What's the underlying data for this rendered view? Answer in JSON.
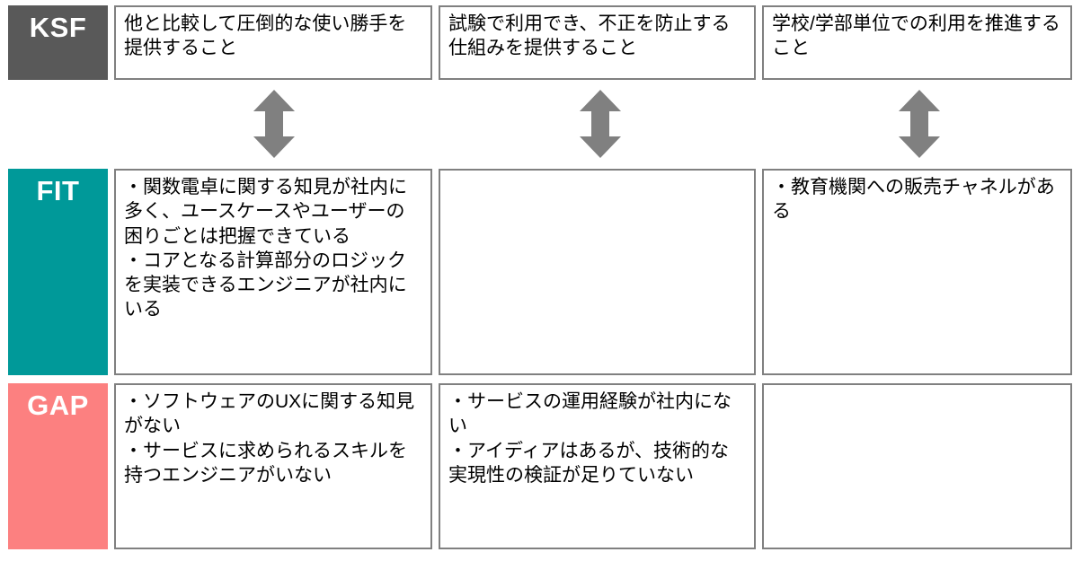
{
  "diagram": {
    "title": "KSF / FIT / GAP matrix",
    "colors": {
      "ksf_label_bg": "#595959",
      "fit_label_bg": "#009999",
      "gap_label_bg": "#FC8080",
      "label_text": "#FFFFFF",
      "box_border": "#808080",
      "box_bg": "#FFFFFF",
      "arrow_fill": "#808080",
      "body_text": "#000000"
    },
    "rows": [
      {
        "key": "ksf",
        "label": "KSF",
        "cells": [
          "他と比較して圧倒的な使い勝手を提供すること",
          "試験で利用でき、不正を防止する仕組みを提供すること",
          "学校/学部単位での利用を推進すること"
        ]
      },
      {
        "key": "fit",
        "label": "FIT",
        "cells": [
          "・関数電卓に関する知見が社内に多く、ユースケースやユーザーの困りごとは把握できている\n・コアとなる計算部分のロジックを実装できるエンジニアが社内にいる",
          "",
          "・教育機関への販売チャネルがある"
        ]
      },
      {
        "key": "gap",
        "label": "GAP",
        "cells": [
          "・ソフトウェアのUXに関する知見がない\n・サービスに求められるスキルを持つエンジニアがいない",
          "・サービスの運用経験が社内にない\n・アイディアはあるが、技術的な実現性の検証が足りていない",
          ""
        ]
      }
    ],
    "connectors": [
      {
        "name": "double-arrow-column-1",
        "icon": "up-down-arrow-icon"
      },
      {
        "name": "double-arrow-column-2",
        "icon": "up-down-arrow-icon"
      },
      {
        "name": "double-arrow-column-3",
        "icon": "up-down-arrow-icon"
      }
    ]
  }
}
